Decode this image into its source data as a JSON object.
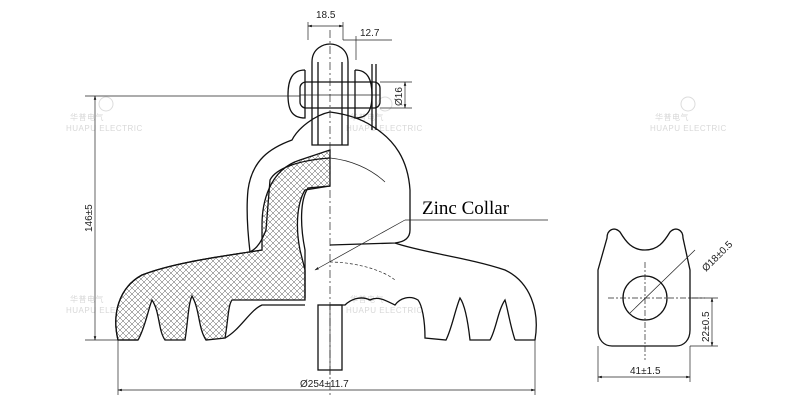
{
  "dimensions": {
    "pin_eye_width": "18.5",
    "cap_width": "12.7",
    "pin_diameter": "Ø16",
    "overall_height": "146±5",
    "shed_diameter": "Ø254±11.7",
    "ball_hole_diameter": "Ø18±0.5",
    "socket_height": "22±0.5",
    "socket_width": "41±1.5"
  },
  "callout": {
    "label": "Zinc Collar"
  },
  "watermark": {
    "logo_text": "华普电气",
    "brand_text": "HUAPU ELECTRIC"
  }
}
